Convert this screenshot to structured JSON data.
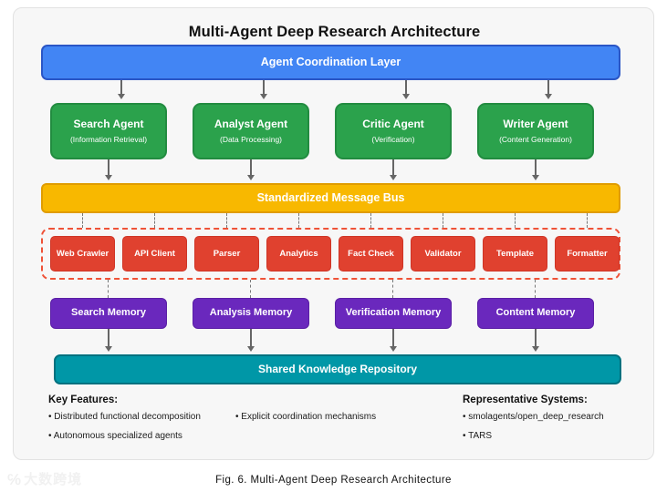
{
  "figure": {
    "title": "Multi-Agent Deep Research Architecture",
    "caption": "Fig. 6.  Multi-Agent Deep Research Architecture"
  },
  "colors": {
    "coordination": "#4285f4",
    "agent": "#2ba24c",
    "message_bus": "#f8b800",
    "tool": "#e0412f",
    "tool_border": "#ef5237",
    "memory": "#6a28bd",
    "repository": "#0097a7",
    "card_background": "#f7f7f7",
    "connector": "#666666"
  },
  "coordination_layer": {
    "label": "Agent Coordination Layer"
  },
  "agents": [
    {
      "title": "Search Agent",
      "subtitle": "(Information Retrieval)"
    },
    {
      "title": "Analyst Agent",
      "subtitle": "(Data Processing)"
    },
    {
      "title": "Critic Agent",
      "subtitle": "(Verification)"
    },
    {
      "title": "Writer Agent",
      "subtitle": "(Content Generation)"
    }
  ],
  "message_bus": {
    "label": "Standardized Message Bus"
  },
  "tools": [
    {
      "label": "Web Crawler"
    },
    {
      "label": "API Client"
    },
    {
      "label": "Parser"
    },
    {
      "label": "Analytics"
    },
    {
      "label": "Fact Check"
    },
    {
      "label": "Validator"
    },
    {
      "label": "Template"
    },
    {
      "label": "Formatter"
    }
  ],
  "memories": [
    {
      "label": "Search Memory"
    },
    {
      "label": "Analysis Memory"
    },
    {
      "label": "Verification Memory"
    },
    {
      "label": "Content Memory"
    }
  ],
  "repository": {
    "label": "Shared Knowledge Repository"
  },
  "key_features": {
    "heading": "Key Features:",
    "items": [
      "• Distributed functional decomposition",
      "• Explicit coordination mechanisms",
      "• Autonomous specialized agents"
    ]
  },
  "representative_systems": {
    "heading": "Representative Systems:",
    "items": [
      "• smolagents/open_deep_research",
      "• TARS"
    ]
  },
  "watermark": {
    "mark": "℅",
    "text": "大数跨境"
  }
}
